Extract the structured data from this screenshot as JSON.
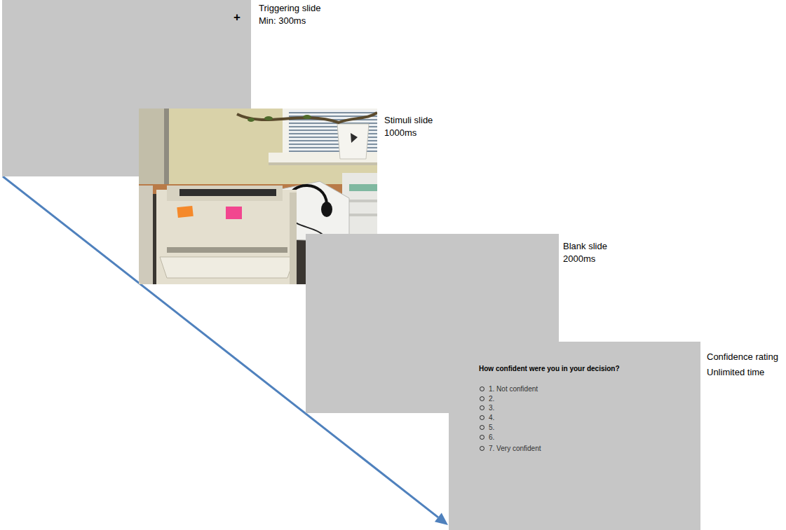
{
  "diagram": {
    "nodes": [
      {
        "text": [
          "+",
          "Triggering slide",
          "Min: 300ms"
        ]
      },
      {
        "text": [
          "Stimuli slide",
          "1000ms"
        ]
      },
      {
        "text": [
          "Blank slide",
          "2000ms"
        ]
      },
      {
        "text": [
          "How confident were you in your decision?",
          "1. Not confident",
          "2.",
          "3.",
          "4.",
          "5.",
          "6.",
          "7. Very confident",
          "Confidence rating",
          "Unlimited time"
        ]
      }
    ],
    "edges": [
      {
        "from": 0,
        "to": 3,
        "arrow": "to"
      }
    ]
  }
}
